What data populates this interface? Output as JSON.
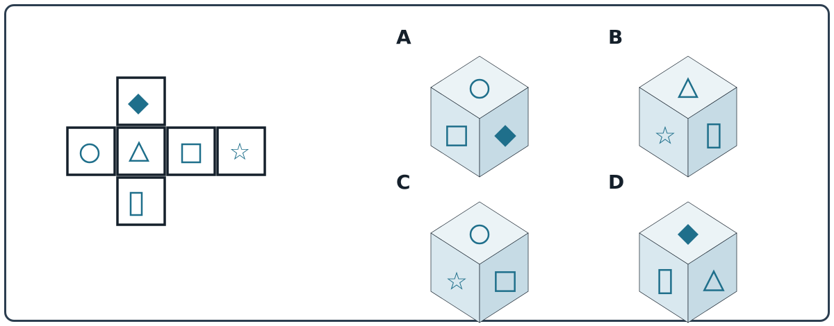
{
  "net": {
    "faces": [
      {
        "id": "top",
        "symbol": "diamond-filled"
      },
      {
        "id": "left",
        "symbol": "circle"
      },
      {
        "id": "center",
        "symbol": "triangle"
      },
      {
        "id": "right",
        "symbol": "square"
      },
      {
        "id": "far-right",
        "symbol": "star"
      },
      {
        "id": "bottom",
        "symbol": "tall-rectangle"
      }
    ]
  },
  "options": [
    {
      "label": "A",
      "top": "circle",
      "left": "square",
      "right": "diamond-filled"
    },
    {
      "label": "B",
      "top": "triangle",
      "left": "star",
      "right": "tall-rectangle"
    },
    {
      "label": "C",
      "top": "circle",
      "left": "star",
      "right": "square"
    },
    {
      "label": "D",
      "top": "diamond-filled",
      "left": "tall-rectangle",
      "right": "triangle"
    }
  ],
  "symbols": {
    "star_glyph": "☆"
  },
  "colors": {
    "accent": "#1f6f8b",
    "border": "#2c3e50",
    "ink": "#15202b"
  }
}
